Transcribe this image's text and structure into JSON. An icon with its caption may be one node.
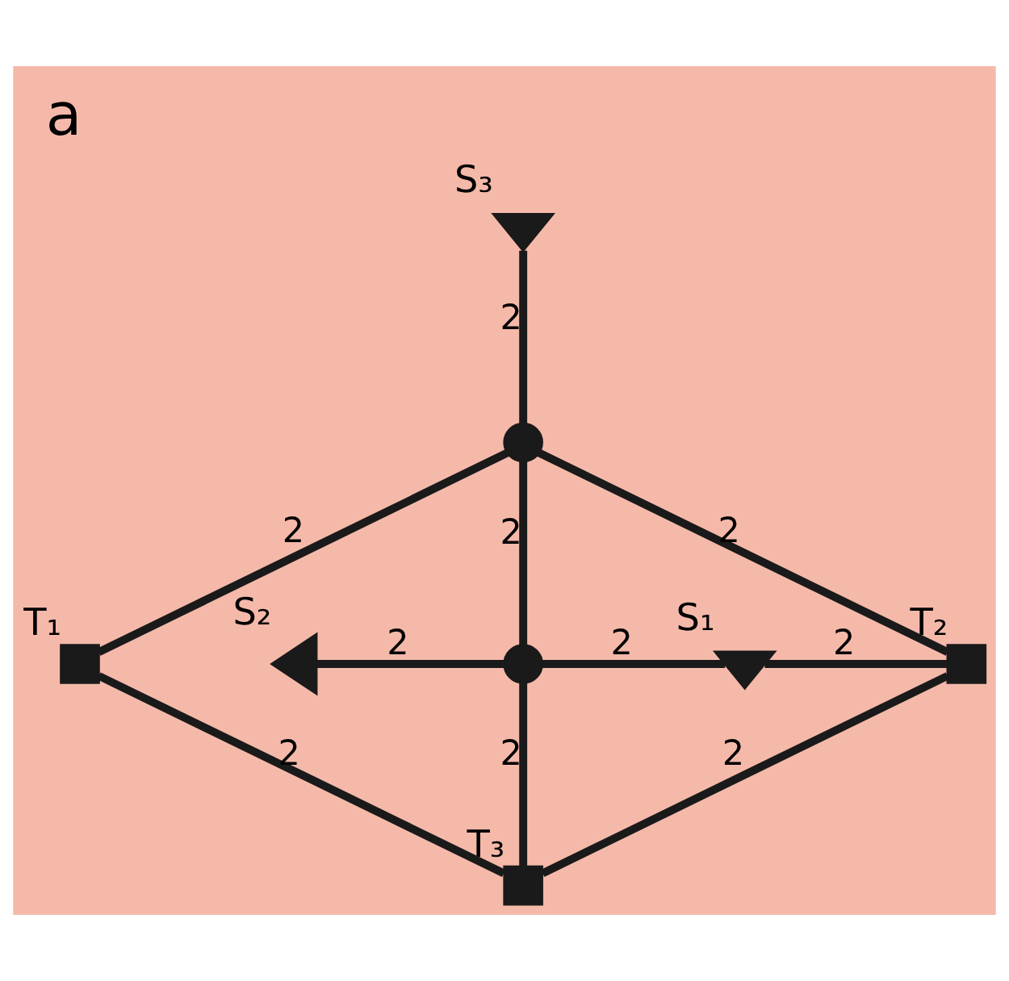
{
  "diagram": {
    "title": "a",
    "nodes": [
      {
        "text": [],
        "shape": "triangle",
        "beside": [
          "S₃"
        ]
      },
      {
        "text": [],
        "shape": "circle"
      },
      {
        "text": [],
        "shape": "triangle",
        "beside": [
          "S₂"
        ]
      },
      {
        "text": [],
        "shape": "circle"
      },
      {
        "text": [],
        "shape": "triangle",
        "beside": [
          "S₁"
        ]
      },
      {
        "text": [],
        "shape": "box",
        "beside": [
          "T₂"
        ]
      },
      {
        "text": [],
        "shape": "box",
        "beside": [
          "T₁"
        ]
      },
      {
        "text": [],
        "shape": "box",
        "beside": [
          "T₃"
        ]
      }
    ],
    "edges": [
      {
        "from": 0,
        "to": 1,
        "arrow": "none",
        "label": "2"
      },
      {
        "from": 1,
        "to": 3,
        "arrow": "none",
        "label": "2"
      },
      {
        "from": 1,
        "to": 5,
        "arrow": "none",
        "label": "2"
      },
      {
        "from": 1,
        "to": 6,
        "arrow": "none",
        "label": "2"
      },
      {
        "from": 2,
        "to": 3,
        "arrow": "none",
        "label": "2"
      },
      {
        "from": 3,
        "to": 4,
        "arrow": "none",
        "label": "2"
      },
      {
        "from": 4,
        "to": 5,
        "arrow": "none",
        "label": "2"
      },
      {
        "from": 3,
        "to": 7,
        "arrow": "none",
        "label": "2"
      },
      {
        "from": 7,
        "to": 5,
        "arrow": "none",
        "label": "2"
      },
      {
        "from": 7,
        "to": 6,
        "arrow": "none",
        "label": "2"
      }
    ]
  }
}
